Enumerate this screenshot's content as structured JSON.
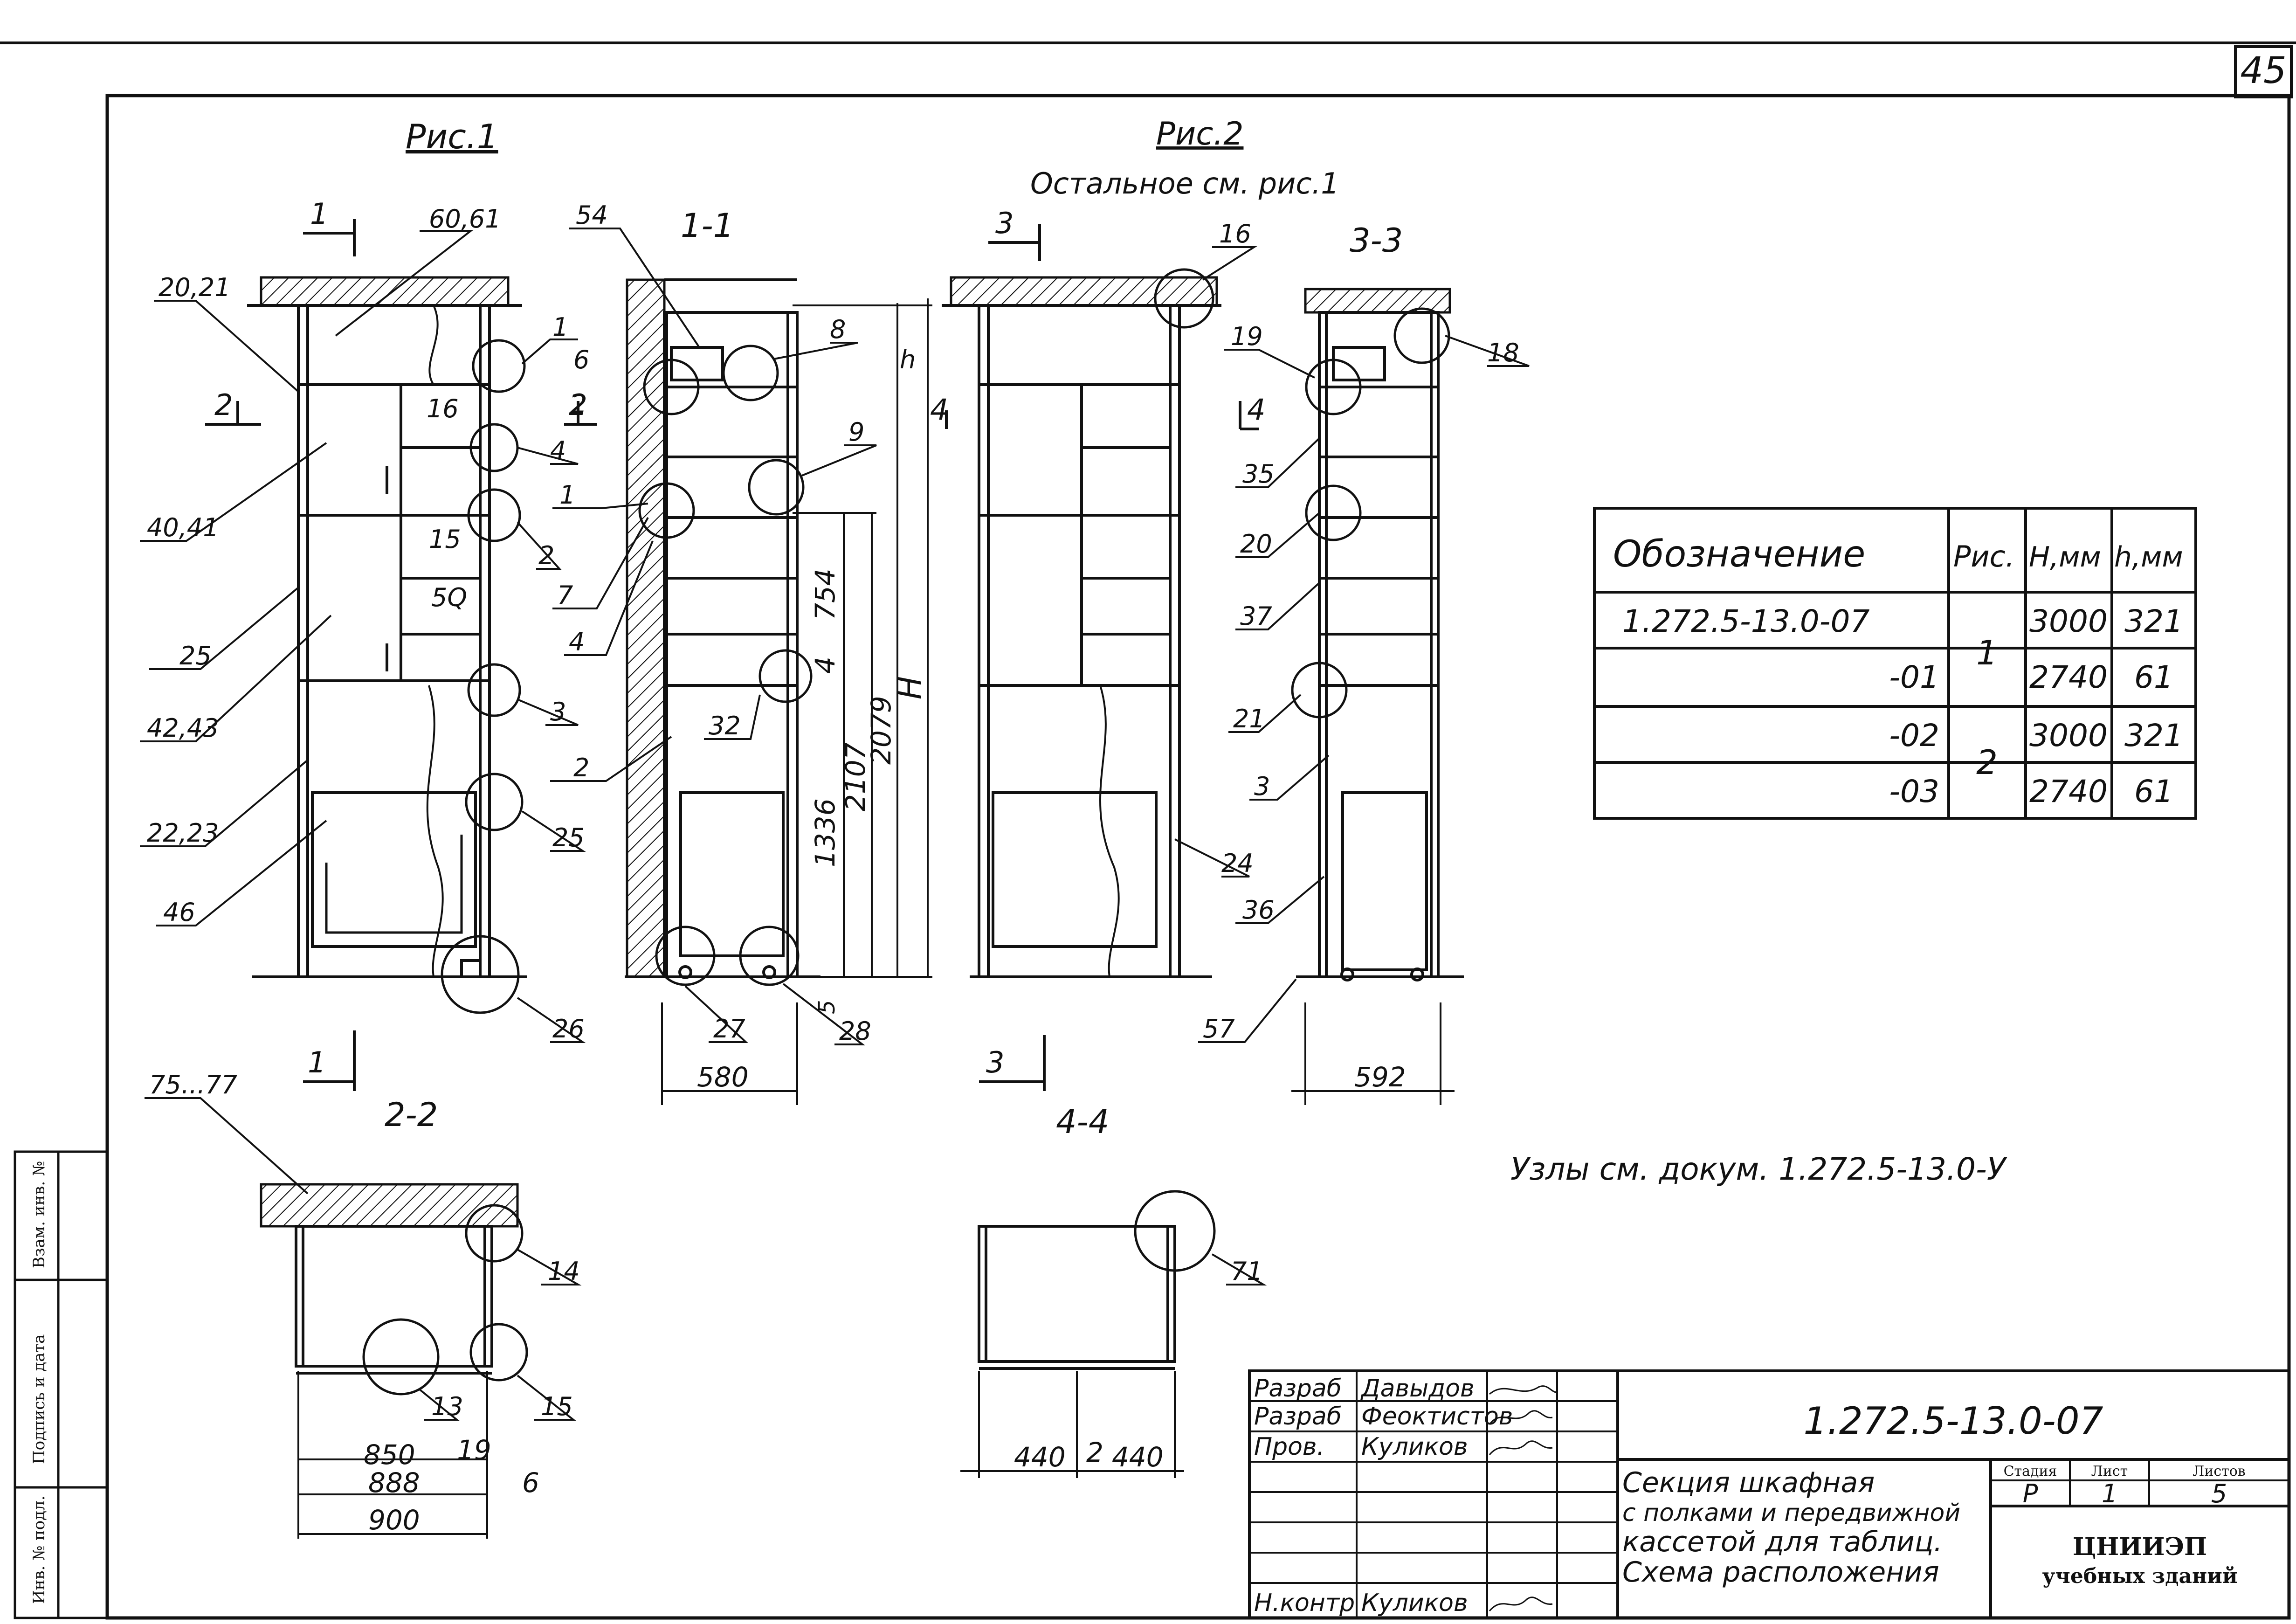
{
  "sheet_number": "45",
  "figures": {
    "fig1": "Рис.1",
    "fig2": "Рис.2",
    "fig2_note": "Остальное см. рис.1"
  },
  "sections": {
    "s1_1": "1-1",
    "s2_2": "2-2",
    "s3_3": "3-3",
    "s4_4": "4-4"
  },
  "section_marks": [
    "1",
    "1",
    "2",
    "2",
    "3",
    "3",
    "4",
    "4"
  ],
  "callouts": {
    "fig1": [
      "60,61",
      "20,21",
      "1",
      "16",
      "2",
      "4",
      "40,41",
      "15",
      "2",
      "5Q",
      "25",
      "42,43",
      "3",
      "22,23",
      "25",
      "46",
      "26"
    ],
    "s1_1": [
      "54",
      "6",
      "8",
      "9",
      "1",
      "7",
      "4",
      "2",
      "32",
      "27",
      "28",
      "h"
    ],
    "fig2": [
      "16",
      "24",
      "57"
    ],
    "s3_3": [
      "19",
      "18",
      "35",
      "20",
      "37",
      "21",
      "3",
      "36"
    ],
    "s2_2": [
      "75...77",
      "14",
      "13",
      "15"
    ],
    "s4_4": [
      "71"
    ]
  },
  "dimensions": {
    "s1_1_vertical": [
      "754",
      "4",
      "2107",
      "1336",
      "2079",
      "H",
      "5"
    ],
    "s1_1_width": "580",
    "s3_3_width": "592",
    "s2_2_widths": [
      "850",
      "19",
      "888",
      "6",
      "900"
    ],
    "s4_4_widths": [
      "440",
      "2",
      "440"
    ]
  },
  "nodes_note": "Узлы см. докум. 1.272.5-13.0-У",
  "spec_table": {
    "headers": [
      "Обозначение",
      "Рис.",
      "H,мм",
      "h,мм"
    ],
    "rows": [
      {
        "designation": "1.272.5-13.0-07",
        "fig": "1",
        "H": "3000",
        "h": "321"
      },
      {
        "designation": "-01",
        "fig": "",
        "H": "2740",
        "h": "61"
      },
      {
        "designation": "-02",
        "fig": "2",
        "H": "3000",
        "h": "321"
      },
      {
        "designation": "-03",
        "fig": "",
        "H": "2740",
        "h": "61"
      }
    ]
  },
  "side_stamp": [
    "Взам. инв. №",
    "Подпись и дата",
    "Инв. № подл."
  ],
  "title_block": {
    "roles": [
      {
        "role": "Разраб",
        "name": "Давыдов"
      },
      {
        "role": "Разраб",
        "name": "Феоктистов"
      },
      {
        "role": "Пров.",
        "name": "Куликов"
      },
      {
        "role": "Н.контр",
        "name": "Куликов"
      }
    ],
    "doc_number": "1.272.5-13.0-07",
    "title_lines": [
      "Секция шкафная",
      "с полками и передвижной",
      "кассетой для таблиц.",
      "Схема расположения"
    ],
    "stage_header": "Стадия",
    "sheet_header": "Лист",
    "sheets_header": "Листов",
    "stage": "Р",
    "sheet": "1",
    "sheets": "5",
    "org_line1": "ЦНИИЭП",
    "org_line2": "учебных зданий"
  },
  "colors": {
    "ink": "#111111",
    "paper": "#ffffff"
  }
}
